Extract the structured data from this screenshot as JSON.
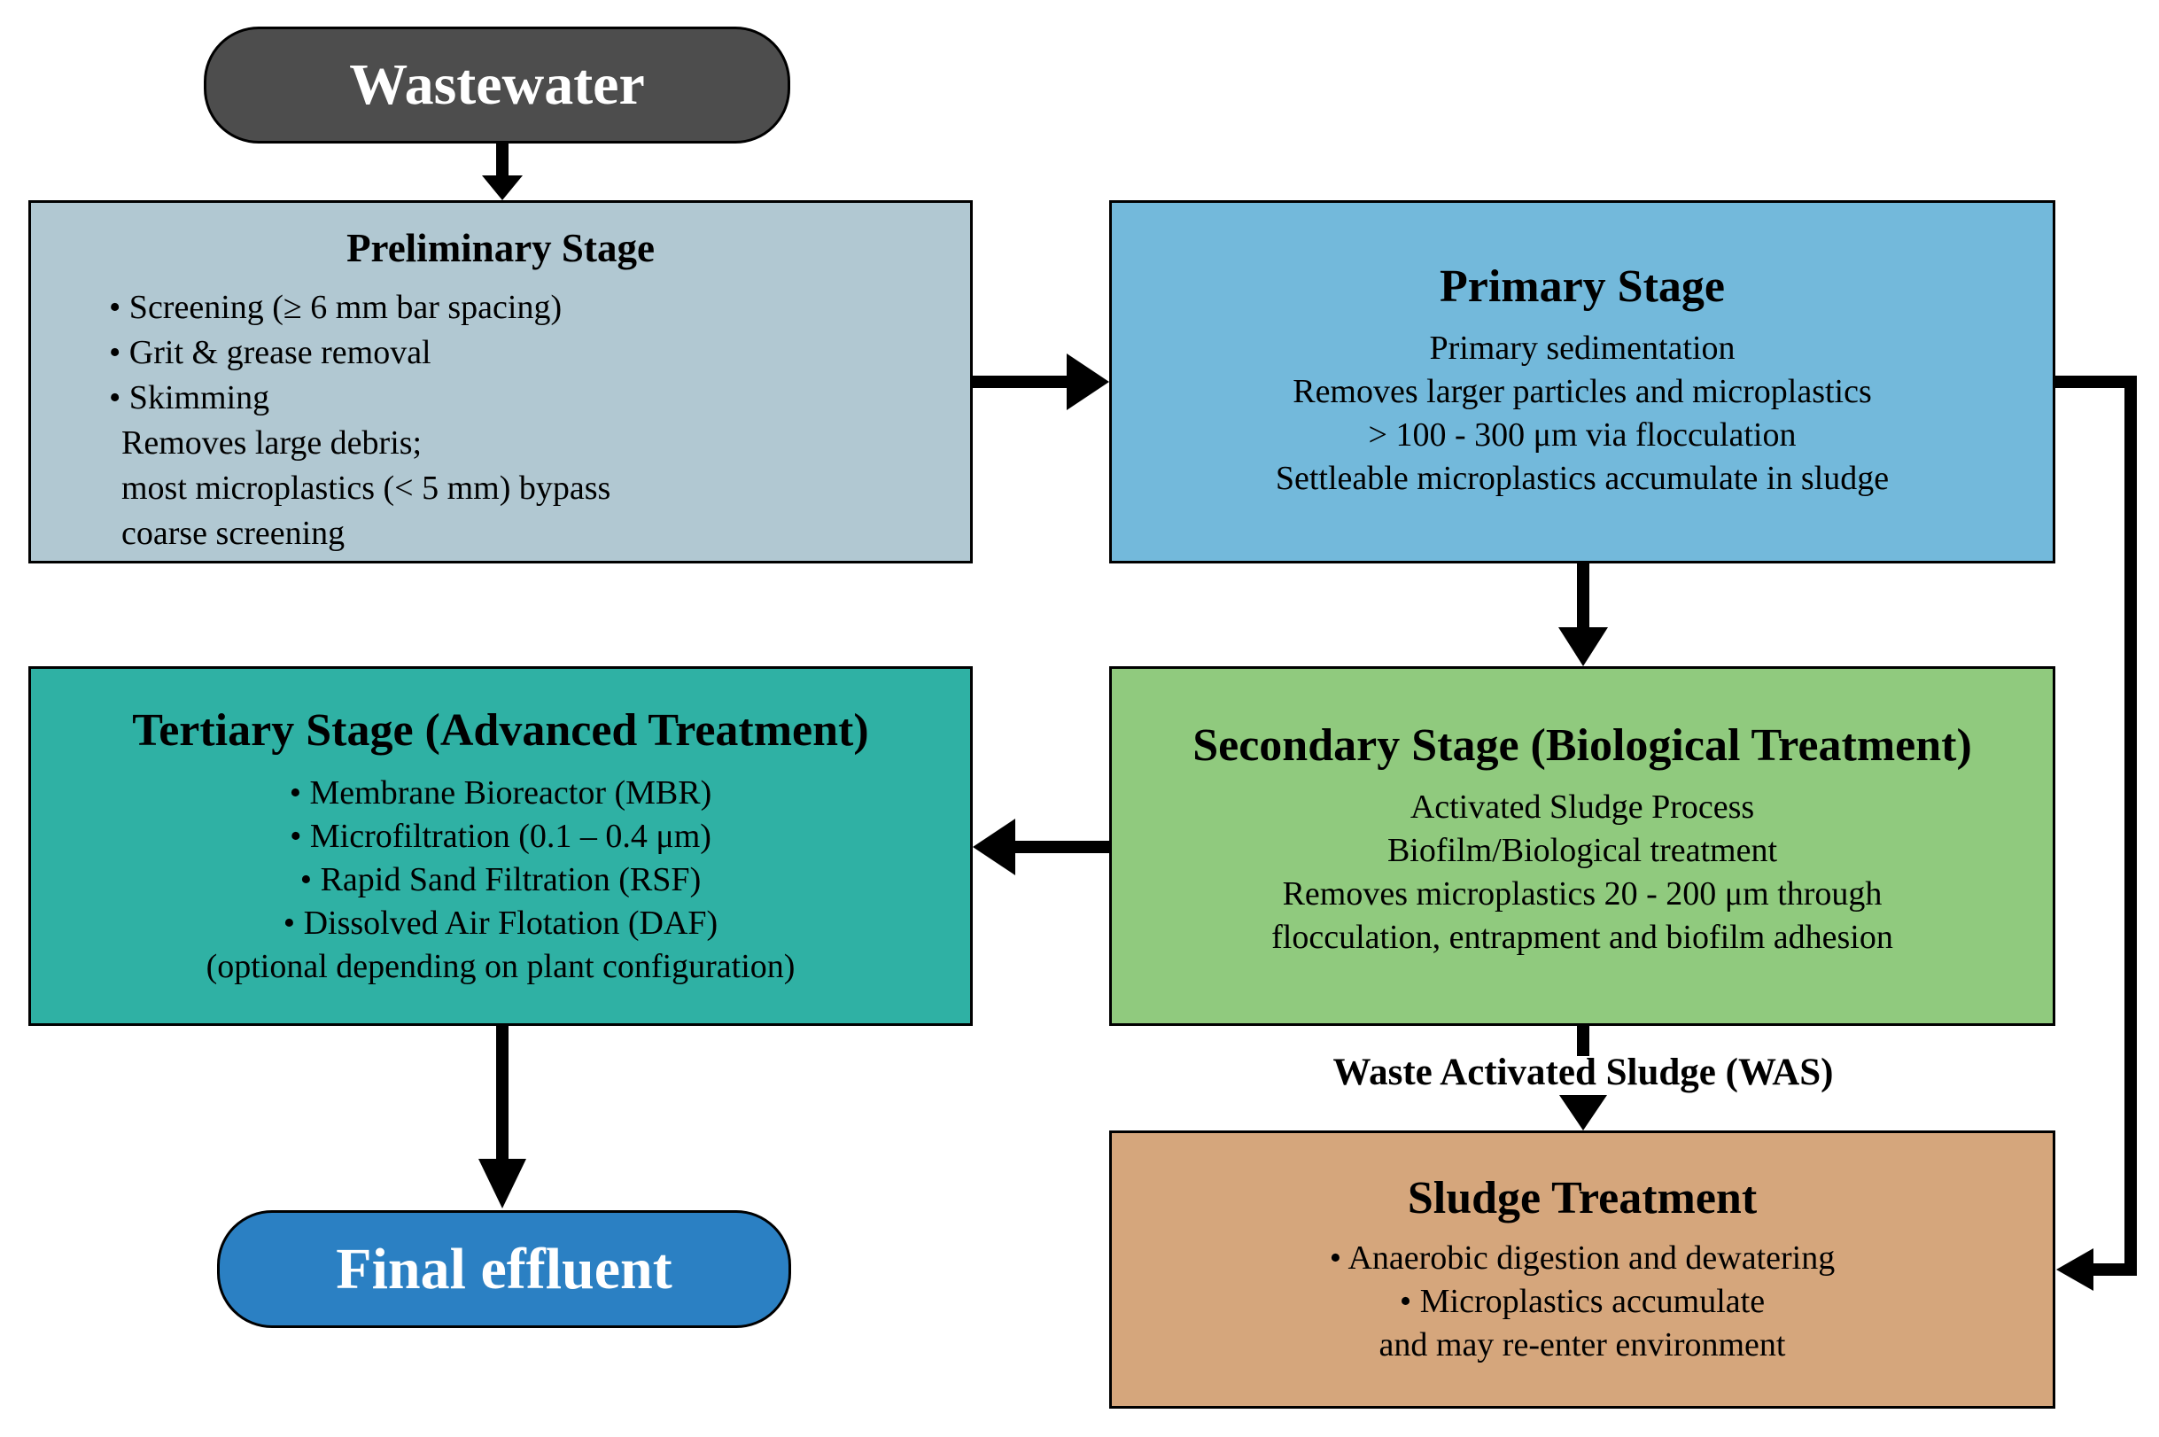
{
  "diagram": {
    "wastewater": {
      "label": "Wastewater"
    },
    "preliminary": {
      "title": "Preliminary Stage",
      "lines": [
        "• Screening (≥ 6 mm bar spacing)",
        "• Grit & grease removal",
        "• Skimming",
        "Removes large debris;",
        "most microplastics (< 5 mm) bypass",
        "coarse screening"
      ]
    },
    "primary": {
      "title": "Primary Stage",
      "lines": [
        "Primary sedimentation",
        "Removes larger particles and microplastics",
        "> 100 - 300 μm via flocculation",
        "Settleable microplastics accumulate in sludge"
      ]
    },
    "secondary": {
      "title": "Secondary Stage (Biological Treatment)",
      "lines": [
        "Activated Sludge Process",
        "Biofilm/Biological treatment",
        "Removes microplastics 20 - 200 μm through",
        "flocculation, entrapment and biofilm adhesion"
      ]
    },
    "tertiary": {
      "title": "Tertiary Stage (Advanced Treatment)",
      "lines": [
        "• Membrane Bioreactor (MBR)",
        "• Microfiltration (0.1 – 0.4 μm)",
        "• Rapid Sand Filtration (RSF)",
        "• Dissolved Air Flotation (DAF)",
        "(optional depending on plant configuration)"
      ]
    },
    "sludge": {
      "title": "Sludge Treatment",
      "lines": [
        "• Anaerobic digestion and dewatering",
        "• Microplastics accumulate",
        "and may re-enter environment"
      ]
    },
    "final_effluent": {
      "label": "Final effluent"
    },
    "was_label": "Waste Activated Sludge (WAS)",
    "colors": {
      "wastewater_bg": "#4d4d4d",
      "preliminary_bg": "#b1c8d2",
      "primary_bg": "#73b9db",
      "secondary_bg": "#90ca7e",
      "tertiary_bg": "#2fb1a4",
      "sludge_bg": "#d5a67c",
      "final_bg": "#2b80c3",
      "arrow": "#000000",
      "text": "#000000",
      "pill_text": "#ffffff"
    }
  }
}
